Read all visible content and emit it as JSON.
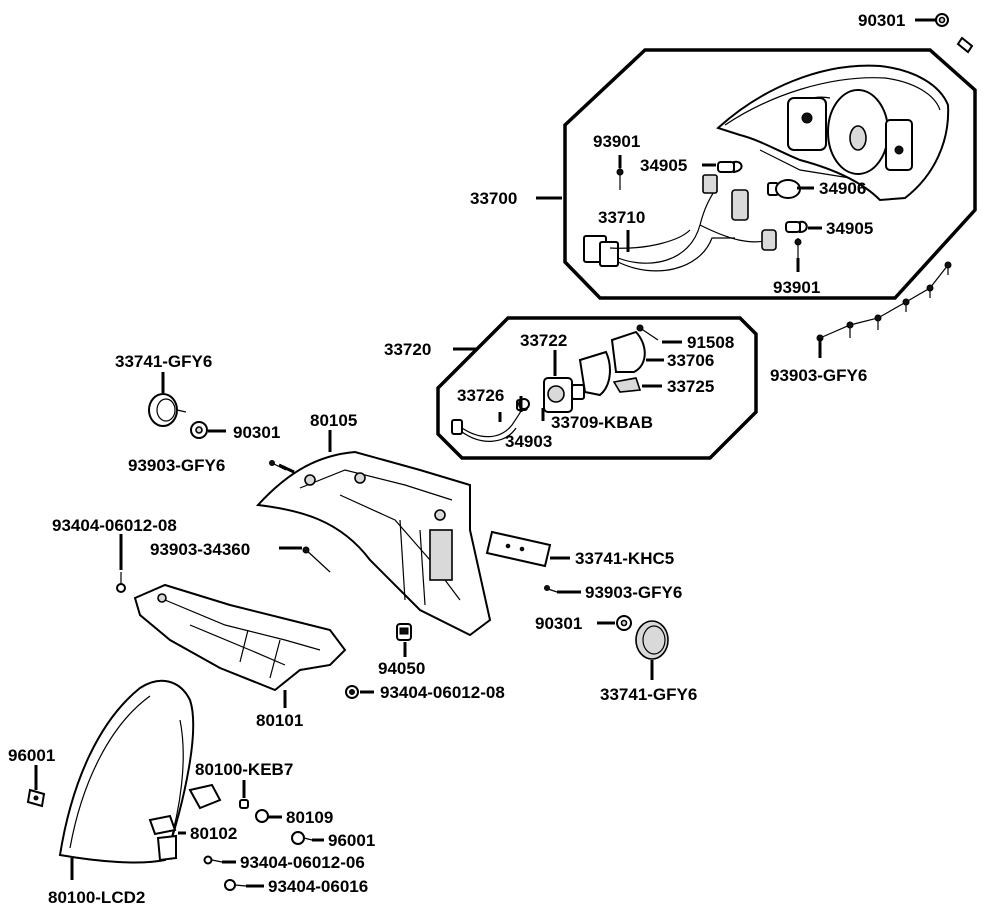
{
  "labels": {
    "p90301_top": "90301",
    "p93901_a": "93901",
    "p34905_a": "34905",
    "p34906": "34906",
    "p33700": "33700",
    "p33710": "33710",
    "p34905_b": "34905",
    "p93901_b": "93901",
    "p33720": "33720",
    "p33722": "33722",
    "p91508": "91508",
    "p33706": "33706",
    "p33725": "33725",
    "p33726": "33726",
    "p33709": "33709-KBAB",
    "p34903": "34903",
    "p93903_right": "93903-GFY6",
    "p33741_left": "33741-GFY6",
    "p90301_left": "90301",
    "p80105": "80105",
    "p93903_mid": "93903-GFY6",
    "p93404_top": "93404-06012-08",
    "p93903_34360": "93903-34360",
    "p33741_khc5": "33741-KHC5",
    "p93903_lower": "93903-GFY6",
    "p90301_right": "90301",
    "p94050": "94050",
    "p93404_mid": "93404-06012-08",
    "p33741_right": "33741-GFY6",
    "p80101": "80101",
    "p96001_left": "96001",
    "p80100_keb7": "80100-KEB7",
    "p80109": "80109",
    "p80102": "80102",
    "p96001_right": "96001",
    "p93404_0606": "93404-06012-06",
    "p93404_06016": "93404-06016",
    "p80100_lcd2": "80100-LCD2"
  }
}
